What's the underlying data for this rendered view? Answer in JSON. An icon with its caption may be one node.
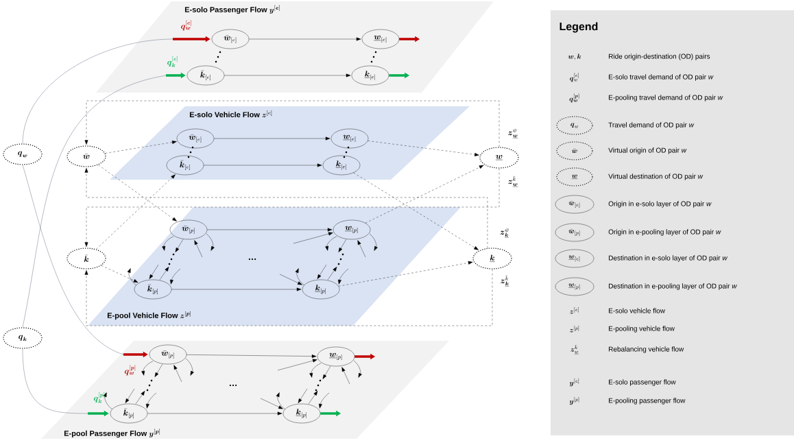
{
  "diagram": {
    "nodes": [
      {
        "text": [
          "E-solo Passenger Flow",
          "\\boldsymbol{y}^{[\\boldsymbol{e}]}"
        ]
      },
      {
        "text": [
          "\\bar{\\boldsymbol{w}}_{[e]}"
        ],
        "in": 0
      },
      {
        "text": [
          "\\underline{\\boldsymbol{w}}_{[e]}"
        ],
        "in": 0
      },
      {
        "text": [
          "\\bar{\\boldsymbol{k}}_{[e]}"
        ],
        "in": 0
      },
      {
        "text": [
          "\\underline{\\boldsymbol{k}}_{[e]}"
        ],
        "in": 0
      },
      {
        "text": [
          "E-solo Vehicle Flow",
          "\\boldsymbol{z}^{[e]}"
        ]
      },
      {
        "text": [
          "\\bar{\\boldsymbol{w}}_{[e]}"
        ],
        "in": 5
      },
      {
        "text": [
          "\\underline{\\boldsymbol{w}}_{[e]}"
        ],
        "in": 5
      },
      {
        "text": [
          "\\bar{\\boldsymbol{k}}_{[e]}"
        ],
        "in": 5
      },
      {
        "text": [
          "\\underline{\\boldsymbol{k}}_{[e]}"
        ],
        "in": 5
      },
      {
        "text": [
          "E-pool Vehicle Flow",
          "\\boldsymbol{z}^{[\\boldsymbol{p}]}"
        ]
      },
      {
        "text": [
          "\\bar{\\boldsymbol{w}}_{[p]}"
        ],
        "in": 10
      },
      {
        "text": [
          "\\underline{\\boldsymbol{w}}_{[p]}"
        ],
        "in": 10
      },
      {
        "text": [
          "\\bar{\\boldsymbol{k}}_{[p]}"
        ],
        "in": 10
      },
      {
        "text": [
          "\\underline{\\boldsymbol{k}}_{[p]}"
        ],
        "in": 10
      },
      {
        "text": [
          "E-pool Passenger Flow",
          "\\boldsymbol{y}^{[\\boldsymbol{p}]}"
        ]
      },
      {
        "text": [
          "\\bar{\\boldsymbol{w}}_{[p]}"
        ],
        "in": 15
      },
      {
        "text": [
          "\\underline{\\boldsymbol{w}}_{[p]}"
        ],
        "in": 15
      },
      {
        "text": [
          "\\bar{\\boldsymbol{k}}_{[p]}"
        ],
        "in": 15
      },
      {
        "text": [
          "\\underline{\\boldsymbol{k}}_{[p]}"
        ],
        "in": 15
      },
      {
        "text": [
          "\\boldsymbol{q}_{\\boldsymbol{w}}"
        ]
      },
      {
        "text": [
          "\\bar{\\boldsymbol{w}}"
        ]
      },
      {
        "text": [
          "\\underline{\\boldsymbol{w}}"
        ]
      },
      {
        "text": [
          "\\bar{\\boldsymbol{k}}"
        ]
      },
      {
        "text": [
          "\\underline{\\boldsymbol{k}}"
        ]
      },
      {
        "text": [
          "\\boldsymbol{q}_{\\boldsymbol{k}}"
        ]
      }
    ],
    "edges": [
      {
        "from": 1,
        "to": 2,
        "arrow": "to"
      },
      {
        "from": 3,
        "to": 4,
        "arrow": "to"
      },
      {
        "from": 20,
        "to": 1,
        "arrow": "to",
        "color": "#44546a",
        "label": "\\boldsymbol{q}_{\\boldsymbol{w}}^{[\\boldsymbol{e}]}"
      },
      {
        "from": 25,
        "to": 3,
        "arrow": "to",
        "color": "#44546a",
        "label": "\\boldsymbol{q}_{\\boldsymbol{k}}^{[\\boldsymbol{e}]}"
      },
      {
        "from": 20,
        "to": 16,
        "arrow": "to",
        "color": "#44546a",
        "label": "\\boldsymbol{q}_{\\boldsymbol{w}}^{[\\boldsymbol{p}]}"
      },
      {
        "from": 25,
        "to": 18,
        "arrow": "to",
        "color": "#44546a",
        "label": "\\boldsymbol{q}_{\\boldsymbol{k}}^{[\\boldsymbol{p}]}"
      },
      {
        "from": 2,
        "to": null,
        "arrow": "to",
        "style": "thick",
        "color": "#c00000"
      },
      {
        "from": 4,
        "to": null,
        "arrow": "to",
        "style": "thick",
        "color": "#00b050"
      },
      {
        "from": 17,
        "to": null,
        "arrow": "to",
        "style": "thick",
        "color": "#c00000"
      },
      {
        "from": 19,
        "to": null,
        "arrow": "to",
        "style": "thick",
        "color": "#00b050"
      },
      {
        "from": 21,
        "to": 6,
        "arrow": "to",
        "style": "dashed"
      },
      {
        "from": 6,
        "to": 7,
        "arrow": "to"
      },
      {
        "from": 8,
        "to": 9,
        "arrow": "to"
      },
      {
        "from": 7,
        "to": 22,
        "arrow": "to",
        "style": "dashed"
      },
      {
        "from": 23,
        "to": 8,
        "arrow": "to",
        "style": "dashed"
      },
      {
        "from": 9,
        "to": 24,
        "arrow": "to",
        "style": "dashed"
      },
      {
        "from": 21,
        "to": 11,
        "arrow": "to",
        "style": "dashed"
      },
      {
        "from": 11,
        "to": 12,
        "arrow": "to"
      },
      {
        "from": 13,
        "to": 14,
        "arrow": "to"
      },
      {
        "from": 23,
        "to": 13,
        "arrow": "to",
        "style": "dashed"
      },
      {
        "from": 12,
        "to": 22,
        "arrow": "to",
        "style": "dashed"
      },
      {
        "from": 14,
        "to": 24,
        "arrow": "to",
        "style": "dashed"
      },
      {
        "from": 16,
        "to": 17,
        "arrow": "to"
      },
      {
        "from": 18,
        "to": 19,
        "arrow": "to"
      },
      {
        "from": 22,
        "to": 21,
        "arrow": "to",
        "style": "dashed",
        "label": "\\boldsymbol{z}_{\\underline{\\boldsymbol{w}}}^{\\bar{w}}"
      },
      {
        "from": 22,
        "to": 23,
        "arrow": "to",
        "style": "dashed",
        "label": "\\boldsymbol{z}_{\\underline{\\boldsymbol{w}}}^{\\bar{k}}"
      },
      {
        "from": 24,
        "to": 21,
        "arrow": "to",
        "style": "dashed",
        "label": "\\boldsymbol{z}_{\\underline{\\boldsymbol{k}}}^{\\bar{w}}"
      },
      {
        "from": 24,
        "to": 23,
        "arrow": "to",
        "style": "dashed",
        "label": "\\boldsymbol{z}_{\\underline{\\boldsymbol{k}}}^{\\bar{k}}"
      },
      {
        "from": 11,
        "to": null,
        "arrow": "to"
      },
      {
        "from": 11,
        "to": null,
        "arrow": "to"
      },
      {
        "from": null,
        "to": 11,
        "arrow": "to"
      },
      {
        "from": 11,
        "to": null,
        "arrow": "to"
      },
      {
        "from": 12,
        "to": null,
        "arrow": "to"
      },
      {
        "from": 12,
        "to": null,
        "arrow": "to"
      },
      {
        "from": null,
        "to": 12,
        "arrow": "to"
      },
      {
        "from": 12,
        "to": null,
        "arrow": "to"
      },
      {
        "from": null,
        "to": 12,
        "arrow": "to"
      },
      {
        "from": 13,
        "to": null,
        "arrow": "to"
      },
      {
        "from": null,
        "to": 13,
        "arrow": "to"
      },
      {
        "from": 13,
        "to": null,
        "arrow": "to"
      },
      {
        "from": null,
        "to": 13,
        "arrow": "to"
      },
      {
        "from": 14,
        "to": null,
        "arrow": "to"
      },
      {
        "from": null,
        "to": 14,
        "arrow": "to"
      },
      {
        "from": 14,
        "to": null,
        "arrow": "to"
      },
      {
        "from": null,
        "to": 14,
        "arrow": "to"
      },
      {
        "from": null,
        "to": 14,
        "arrow": "to"
      },
      {
        "from": 16,
        "to": null,
        "arrow": "to"
      },
      {
        "from": 16,
        "to": null,
        "arrow": "to"
      },
      {
        "from": null,
        "to": 16,
        "arrow": "to"
      },
      {
        "from": 16,
        "to": null,
        "arrow": "to"
      },
      {
        "from": 17,
        "to": null,
        "arrow": "to"
      },
      {
        "from": 17,
        "to": null,
        "arrow": "to"
      },
      {
        "from": null,
        "to": 17,
        "arrow": "to"
      },
      {
        "from": 17,
        "to": null,
        "arrow": "to"
      },
      {
        "from": null,
        "to": 17,
        "arrow": "to"
      },
      {
        "from": 18,
        "to": null,
        "arrow": "to"
      },
      {
        "from": null,
        "to": 18,
        "arrow": "to"
      },
      {
        "from": 18,
        "to": null,
        "arrow": "to"
      },
      {
        "from": null,
        "to": 18,
        "arrow": "to"
      },
      {
        "from": 19,
        "to": null,
        "arrow": "to"
      },
      {
        "from": null,
        "to": 19,
        "arrow": "to"
      },
      {
        "from": 19,
        "to": null,
        "arrow": "to"
      },
      {
        "from": null,
        "to": 19,
        "arrow": "to"
      },
      {
        "from": null,
        "to": 19,
        "arrow": "to"
      }
    ],
    "labels": [
      "…",
      "…",
      "Legend",
      "\\boldsymbol{w},\\boldsymbol{k}",
      "\\boldsymbol{q}_{w}^{[e]}",
      "\\boldsymbol{q}_{\\boldsymbol{w}}^{[\\boldsymbol{p}]}",
      "\\boldsymbol{q}_{w}",
      "\\bar{\\boldsymbol{w}}",
      "\\underline{\\boldsymbol{w}}",
      "\\bar{\\boldsymbol{w}}_{[e]}",
      "\\bar{\\boldsymbol{w}}_{[p]}",
      "\\underline{\\boldsymbol{w}}_{[e]}",
      "\\underline{\\boldsymbol{w}}_{[p]}",
      "\\boldsymbol{z}^{[e]}",
      "\\boldsymbol{z}^{[p]}",
      "\\boldsymbol{z}_{\\underline{w}}^{\\bar{k}}",
      "\\boldsymbol{y}^{[e]}",
      "\\boldsymbol{y}^{[p]}"
    ],
    "legend": [
      {
        "text": "Ride origin-destination (OD) pairs"
      },
      {
        "text": "E-solo travel demand of OD pair *w*"
      },
      {
        "text": "E-pooling travel demand of OD pair *w*"
      },
      {
        "text": "Travel demand of OD pair *w*"
      },
      {
        "text": "Virtual origin of OD pair *w*"
      },
      {
        "text": "Virtual destination of OD pair *w*"
      },
      {
        "text": "Origin in e-solo layer of OD pair *w*"
      },
      {
        "text": "Origin in e-pooling layer of OD pair *w*"
      },
      {
        "text": "Destination in e-solo layer of OD pair *w*"
      },
      {
        "text": "Destination in e-pooling layer of OD pair *w*"
      },
      {
        "text": "E-solo vehicle flow"
      },
      {
        "text": "E-pooling vehicle flow"
      },
      {
        "text": "Rebalancing vehicle flow"
      },
      {
        "text": "E-solo passenger flow"
      },
      {
        "text": "E-pooling passenger flow"
      }
    ]
  }
}
